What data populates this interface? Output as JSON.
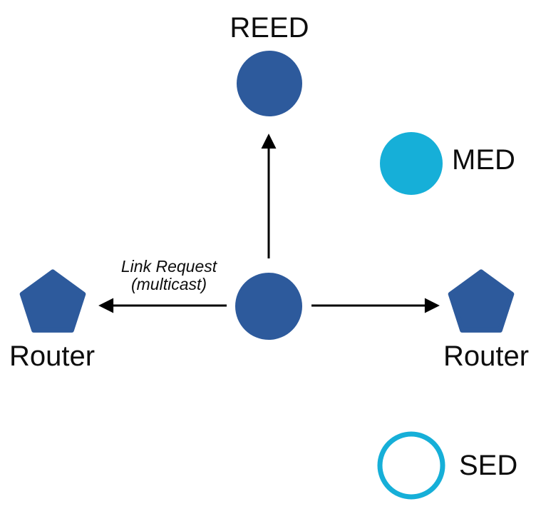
{
  "diagram": {
    "background": "#ffffff",
    "colors": {
      "router_blue": "#2d5a9c",
      "cyan": "#16afd8",
      "arrow_black": "#000000",
      "text": "#0d0d0d"
    },
    "nodes": {
      "reed": {
        "label": "REED",
        "shape": "filled-circle-blue"
      },
      "med": {
        "label": "MED",
        "shape": "filled-circle-cyan"
      },
      "sed": {
        "label": "SED",
        "shape": "outlined-circle-cyan"
      },
      "router_left": {
        "label": "Router",
        "shape": "filled-pentagon-blue"
      },
      "router_right": {
        "label": "Router",
        "shape": "filled-pentagon-blue"
      },
      "sender": {
        "label": "",
        "shape": "filled-circle-blue"
      }
    },
    "annotation": {
      "line1": "Link Request",
      "line2": "(multicast)"
    },
    "arrows": [
      {
        "from": "sender",
        "to": "reed",
        "direction": "up"
      },
      {
        "from": "sender",
        "to": "router_left",
        "direction": "left"
      },
      {
        "from": "sender",
        "to": "router_right",
        "direction": "right"
      }
    ]
  }
}
